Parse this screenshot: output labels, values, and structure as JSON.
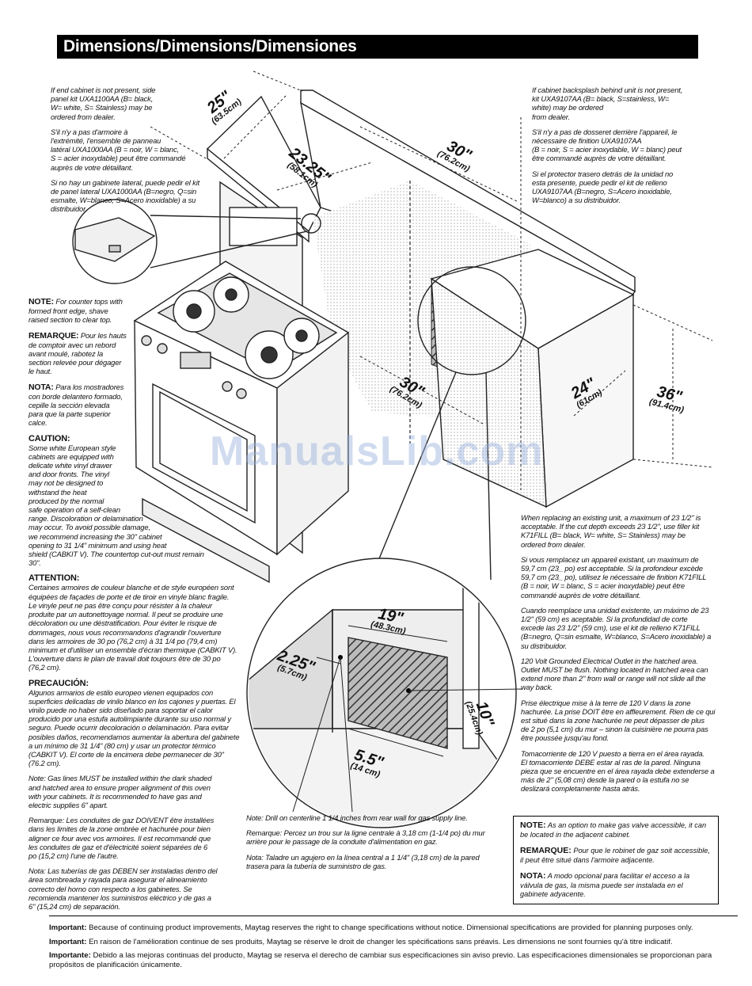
{
  "title": "Dimensions/Dimensions/Dimensiones",
  "left_top": {
    "en": "If end cabinet is not present, side\npanel kit UXA1100AA (B= black,\nW= white, S= Stainless) may be\nordered from dealer.",
    "fr": "S'il n'y a pas d'armoire à\nl'extrémité, l'ensemble de panneau\nlatéral UXA1000AA (B = noir, W = blanc,\nS = acier inoxydable) peut être commandé\nauprès de votre détaillant.",
    "es": "Si no hay un gabinete lateral, puede pedir el kit\nde panel lateral UXA1000AA (B=negro, Q=sin\nesmalte, W=blanco, S=Acero inoxidable) a su\ndistribuidor."
  },
  "right_top": {
    "en": "If cabinet backsplash behind unit is not present,\nkit UXA9107AA (B= black, S=stainless, W=\nwhite) may be ordered\nfrom dealer.",
    "fr": "S'il n'y a pas de dosseret derrière l'appareil, le\nnécessaire de finition UXA9107AA\n(B = noir,  S = acier inoxydable, W = blanc) peut\nêtre commandé auprès de votre détaillant.",
    "es": "Si el protector trasero detrás de la unidad no\nesta presente, puede pedir el kit de relleno\nUXA9107AA (B=negro, S=Acero inoxidable,\nW=blanco) a su distribuidor."
  },
  "note": {
    "label": "NOTE:",
    "text": "For counter tops with\nformed front edge, shave\nraised section to clear top."
  },
  "remarque": {
    "label": "REMARQUE:",
    "text": "Pour les hauts\nde comptoir avec un rebord\navant moulé, rabotez la\nsection relevée pour dégager\nle haut."
  },
  "nota": {
    "label": "NOTA:",
    "text": "Para los mostradores\ncon borde delantero formado,\ncepille la sección elevada\npara que la parte superior\ncalce."
  },
  "caution": {
    "label": "CAUTION:",
    "text": "Some white European style\ncabinets are equipped with\ndelicate white vinyl drawer\nand door fronts. The vinyl\nmay not be designed to\nwithstand the heat\nproduced by the normal\nsafe operation of a self-clean\nrange. Discoloration or delamination\nmay occur. To avoid possible damage,\nwe recommend increasing the 30\" cabinet\nopening to 31 1/4\" minimum and using heat\nshield (CABKIT V). The countertop cut-out must remain\n30\"."
  },
  "attention": {
    "label": "ATTENTION:",
    "text": "Certaines armoires de couleur blanche et de style européen sont\néquipées de façades de porte et de tiroir en vinyle blanc fragile.\nLe vinyle peut ne pas être conçu pour résister à la chaleur\nproduite par un autonettoyage normal. Il peut se produire une\ndécoloration ou une déstratification. Pour éviter le risque de\ndommages, nous vous recommandons d'agrandir l'ouverture\ndans les armoires de 30 po (76,2 cm) à 31 1/4 po (79,4 cm)\nminimum et d'utiliser un ensemble d'écran thermique (CABKIT V).\nL'ouverture dans le plan de travail doit toujours être de 30 po\n(76,2 cm)."
  },
  "precaucion": {
    "label": "PRECAUCIÓN:",
    "text": "Algunos armarios de estilo europeo vienen equipados con\nsuperficies delicadas de vinilo blanco en los cajones y puertas. El\nvinilo puede no haber sido diseñado para soportar el calor\nproducido por una estufa autolimpiante durante su uso normal y\nseguro. Puede ocurrir decoloración o delaminación. Para evitar\nposibles daños, recomendamos aumentar la abertura del gabinete\na un mínimo de 31 1/4\" (80 cm) y usar un protector térmico\n(CABKIT V). El corte de la encimera debe permanecer de 30\"\n(76.2 cm)."
  },
  "gas_lines": {
    "en": "Note: Gas lines MUST be installed within the dark shaded\nand hatched area to ensure proper alignment of this oven\nwith your cabinets. It is recommended to have gas and\nelectric supplies 6\" apart.",
    "fr": "Remarque: Les conduites de gaz DOIVENT être installées\ndans les limites de la zone ombrée et hachurée pour bien\naligner ce four avec vos armoires. Il est recommandé que\nles conduites de gaz et d'électricité soient séparées de 6\npo (15,2 cm) l'une de l'autre.",
    "es": "Nota: Las tuberías de gas DEBEN ser instaladas dentro del\nárea sombreada y rayada para asegurar el alineamiento\ncorrecto del horno con respecto a los gabinetes. Se\nrecomienda mantener los suministros eléctrico y de gas a\n6\" (15,24 cm) de separación."
  },
  "drill": {
    "en": "Note: Drill on centerline 1 1/4 inches from rear wall for  gas supply line.",
    "fr": "Remarque: Percez un trou sur la ligne centrale à 3,18 cm (1-1/4 po) du mur\narrière pour le passage de la conduite d'alimentation en gaz.",
    "es": "Nota: Taladre un agujero en la línea central a 1 1/4\" (3,18 cm) de la pared\ntrasera para la tubería de suministro de gas."
  },
  "replacing": {
    "en": "When replacing an existing unit, a maximum of 23 1/2\" is\nacceptable. If the cut depth exceeds 23 1/2\", use filler kit\nK71FILL (B= black,  W= white, S= Stainless) may be\nordered from dealer.",
    "fr": "Si vous remplacez un appareil existant, un maximum de\n59,7 cm (23_ po) est acceptable. Si la profondeur excède\n59,7 cm (23_ po), utilisez le nécessaire de finition K71FILL\n(B = noir, W = blanc, S = acier inoxydable) peut être\ncommandé auprès de votre détaillant.",
    "es": "Cuando reemplace una unidad existente, un máximo de 23\n1/2\" (59 cm) es aceptable. Si la profundidad de corte\nexcede las 23 1/2\" (59 cm), use el kit de relleno K71FILL\n(B=negro, Q=sin esmalte, W=blanco, S=Acero inoxidable) a\nsu distribuidor."
  },
  "outlet": {
    "en": "120 Volt Grounded Electrical Outlet in the hatched area.\nOutlet MUST be flush. Nothing located in hatched area can\nextend more than 2\" from wall or range will not slide all the\nway back.",
    "fr": "Prise électrique mise à la terre de 120 V dans la zone\nhachurée. La prise DOIT être en affleurement. Rien de ce qui\nest situé dans la zone hachurée ne peut dépasser de plus\nde 2 po (5,1 cm) du mur – sinon la cuisinière ne pourra pas\nêtre poussée jusqu'au fond.",
    "es": "Tomacorriente de 120 V puesto a tierra en el área rayada.\nEl tomacorriente DEBE estar al ras de la pared.  Ninguna\npieza que se encuentre en el área rayada debe extenderse a\nmás de 2\" (5,08 cm) desde la pared o la estufa no se\ndeslizará completamente hasta atrás."
  },
  "note_box": {
    "en_label": "NOTE:",
    "en": "As an option to make gas valve accessible, it can be\nlocated in the adjacent cabinet.",
    "fr_label": "REMARQUE:",
    "fr": "Pour que le robinet de gaz soit accessible, il peut\nêtre situé dans l'armoire adjacente.",
    "es_label": "NOTA:",
    "es": "A modo opcional para facilitar el acceso a la válvula de\ngas, la misma puede ser instalada en el gabinete adyacente."
  },
  "bottom": {
    "en_label": "Important:",
    "en": "Because of continuing product improvements, Maytag reserves the right to change specifications without notice. Dimensional specifications are provided for planning purposes only.",
    "fr_label": "Important:",
    "fr": "En raison de l'amélioration continue de ses produits, Maytag se réserve le droit de changer les spécifications sans préavis. Les dimensions ne sont fournies qu'à titre indicatif.",
    "es_label": "Importante:",
    "es": "Debido a las mejoras continuas del producto, Maytag se reserva el derecho de cambiar sus especificaciones sin aviso previo.  Las especificaciones dimensionales se proporcionan para propósitos de planificación únicamente."
  },
  "dimensions": {
    "d25": "25\"",
    "d25_cm": "(63.5cm)",
    "d2325": "23.25\"",
    "d2325_cm": "(58.1cm)",
    "d30_top": "30\"",
    "d30_top_cm": "(76.2cm)",
    "d30_floor": "30\"",
    "d30_floor_cm": "(76.2cm)",
    "d24": "24\"",
    "d24_cm": "(61cm)",
    "d36": "36\"",
    "d36_cm": "(91.4cm)",
    "d19": "19\"",
    "d19_cm": "(48.3cm)",
    "d225": "2.25\"",
    "d225_cm": "(5.7cm)",
    "d10": "10\"",
    "d10_cm": "(25.4cm)",
    "d55": "5.5\"",
    "d55_cm": "(14 cm)"
  },
  "watermark": "ManualsLib.com"
}
